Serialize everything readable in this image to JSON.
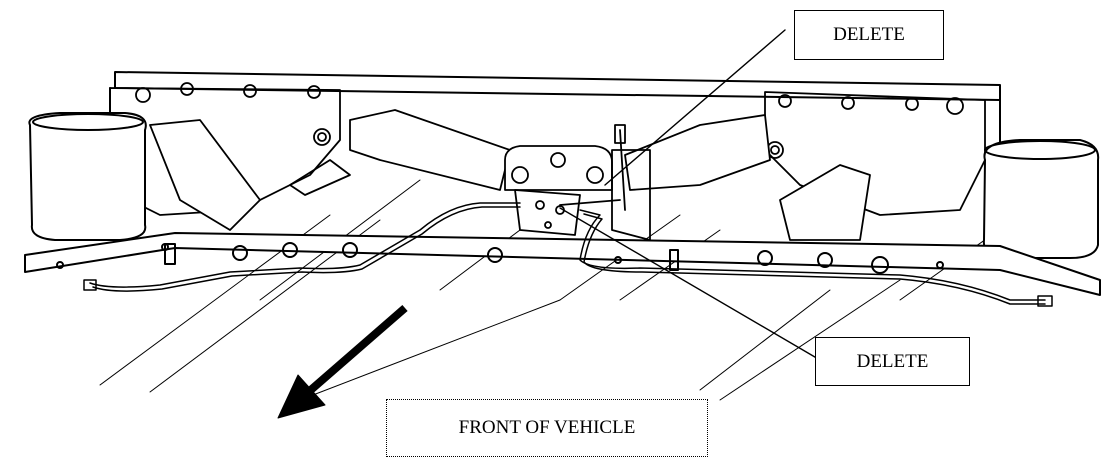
{
  "callouts": {
    "top": "DELETE",
    "bottom": "DELETE"
  },
  "front_label": "FRONT OF VEHICLE",
  "colors": {
    "line": "#000000",
    "background": "#ffffff"
  },
  "icons": {
    "direction_arrow": "arrow-down-left-icon"
  }
}
